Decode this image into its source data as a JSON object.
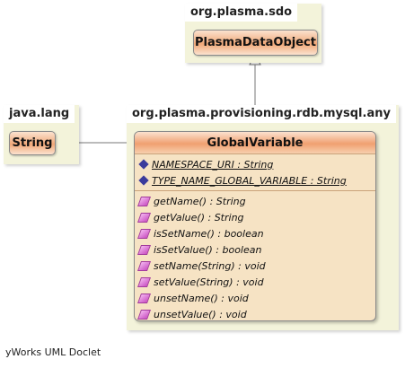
{
  "packages": {
    "sdo": {
      "name": "org.plasma.sdo",
      "class_name": "PlasmaDataObject"
    },
    "lang": {
      "name": "java.lang",
      "class_name": "String"
    },
    "mysql": {
      "name": "org.plasma.provisioning.rdb.mysql.any",
      "class": {
        "name": "GlobalVariable",
        "attributes": [
          {
            "label": "NAMESPACE_URI : String",
            "icon": "static-attribute-icon"
          },
          {
            "label": "TYPE_NAME_GLOBAL_VARIABLE : String",
            "icon": "static-attribute-icon"
          }
        ],
        "operations": [
          {
            "label": "getName() : String",
            "icon": "operation-icon"
          },
          {
            "label": "getValue() : String",
            "icon": "operation-icon"
          },
          {
            "label": "isSetName() : boolean",
            "icon": "operation-icon"
          },
          {
            "label": "isSetValue() : boolean",
            "icon": "operation-icon"
          },
          {
            "label": "setName(String) : void",
            "icon": "operation-icon"
          },
          {
            "label": "setValue(String) : void",
            "icon": "operation-icon"
          },
          {
            "label": "unsetName() : void",
            "icon": "operation-icon"
          },
          {
            "label": "unsetValue() : void",
            "icon": "operation-icon"
          }
        ]
      }
    }
  },
  "footer": "yWorks UML Doclet",
  "colors": {
    "package_bg": "#f3f3da",
    "class_header": "#f0a070",
    "class_body": "#f6e3c4",
    "connector": "#777777"
  }
}
